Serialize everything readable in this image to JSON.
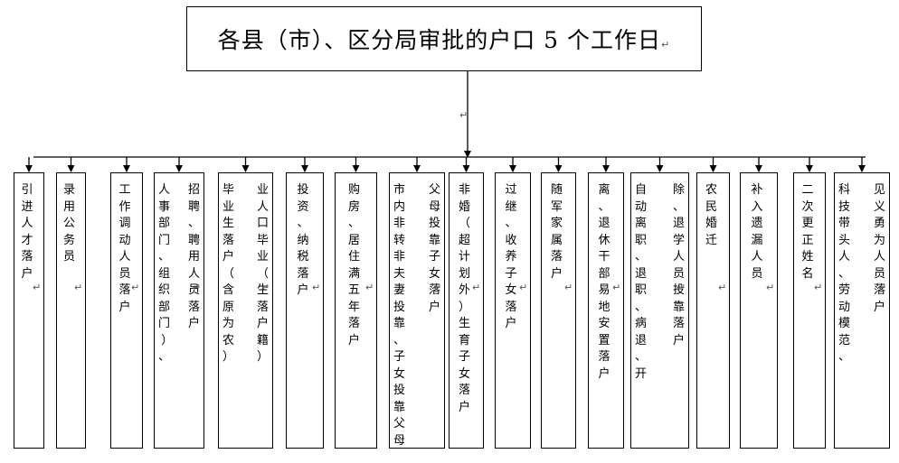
{
  "title": "各县（市）、区分局审批的户口 5 个工作日",
  "return_mark": "↵",
  "categories": [
    {
      "id": "c1",
      "lines": [
        "引进人才落户"
      ]
    },
    {
      "id": "c2",
      "lines": [
        "录用公务员"
      ]
    },
    {
      "id": "c3",
      "lines": [
        "工作调动人员落户"
      ]
    },
    {
      "id": "c4",
      "lines": [
        "招聘、聘用人员落户",
        "人事部门、组织部门）、"
      ]
    },
    {
      "id": "c5",
      "lines": [
        "业人口毕业（生落户籍）",
        "毕业生落户（含原为农）"
      ]
    },
    {
      "id": "c6",
      "lines": [
        "投资、纳税落户"
      ]
    },
    {
      "id": "c7",
      "lines": [
        "购房、居住满五年落户"
      ]
    },
    {
      "id": "c8",
      "lines": [
        "父母投靠子女落户",
        "市内非转非夫妻投靠、子女投靠父母、"
      ]
    },
    {
      "id": "c9",
      "lines": [
        "非婚（超计划外）生育子女落户"
      ]
    },
    {
      "id": "c10",
      "lines": [
        "过继、收养子女落户"
      ]
    },
    {
      "id": "c11",
      "lines": [
        "随军家属落户"
      ]
    },
    {
      "id": "c12",
      "lines": [
        "离、退休干部易地安置落户"
      ]
    },
    {
      "id": "c13",
      "lines": [
        "除、退学人员投靠落户",
        "自动离职、退职、病退、开"
      ]
    },
    {
      "id": "c14",
      "lines": [
        "农民婚迁"
      ]
    },
    {
      "id": "c15",
      "lines": [
        "补入遗漏人员"
      ]
    },
    {
      "id": "c16",
      "lines": [
        "二次更正姓名"
      ]
    },
    {
      "id": "c17",
      "lines": [
        "见义勇为人员落户",
        "科技带头人、劳动模范、"
      ]
    }
  ]
}
